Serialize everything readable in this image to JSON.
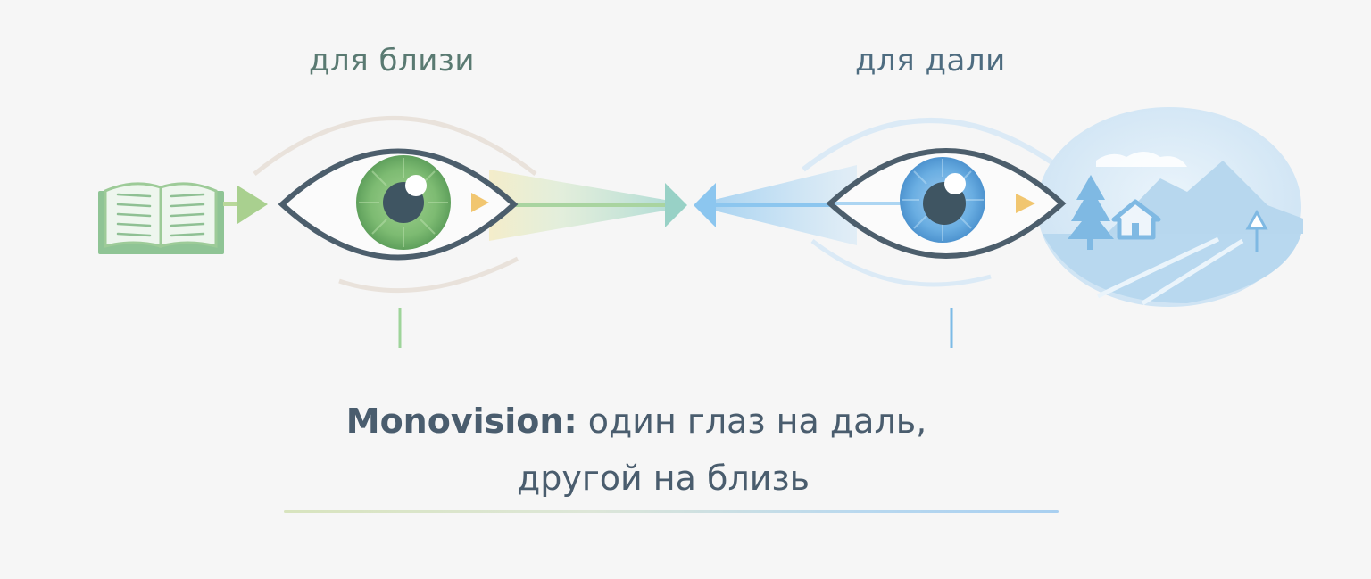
{
  "labels": {
    "near": "для близи",
    "far": "для дали"
  },
  "caption": {
    "term": "Monovision:",
    "line1_rest": " один глаз на даль,",
    "line2": "другой на близь"
  },
  "icons": {
    "near_object": "open-book-icon",
    "far_object": "landscape-icon",
    "near_eye": "green-eye-icon",
    "far_eye": "blue-eye-icon"
  },
  "colors": {
    "background": "#f6f6f6",
    "near_accent": "#8cc08a",
    "far_accent": "#6cb0e0",
    "eye_outline": "#4c5e6c",
    "pupil": "#3f5562",
    "focus_arrow": "#f0c070",
    "near_text": "#5a7a72",
    "far_text": "#4e6c80",
    "caption_text": "#4a5d6e"
  }
}
